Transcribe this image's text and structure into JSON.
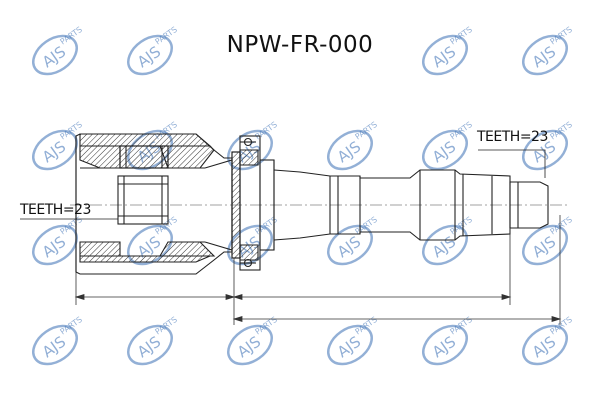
{
  "title": "NPW-FR-000",
  "labels": {
    "teeth_left": "TEETH=23",
    "teeth_right": "TEETH=23"
  },
  "watermark": {
    "text": "AJS",
    "subtext": "PARTS",
    "color": "#3a6fb5"
  },
  "colors": {
    "line": "#222222",
    "hatch": "#333333",
    "dim": "#333333"
  }
}
